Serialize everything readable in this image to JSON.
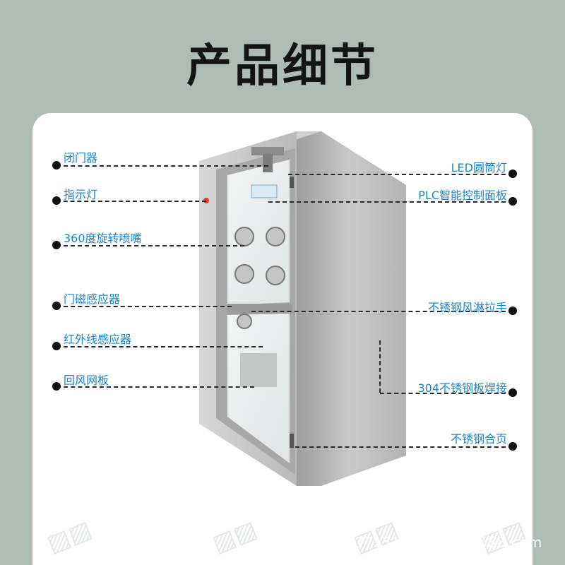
{
  "page": {
    "title": "产品细节",
    "watermark": "shop677z5149e5z21.1688.com"
  },
  "colors": {
    "background": "#adbdb6",
    "panel": "#ffffff",
    "label_text": "#1f86c8",
    "steel": "#c2c2c2"
  },
  "labels_left": [
    {
      "text": "闭门器"
    },
    {
      "text": "指示灯"
    },
    {
      "text": "360度旋转喷嘴"
    },
    {
      "text": "门磁感应器"
    },
    {
      "text": "红外线感应器"
    },
    {
      "text": "回风网板"
    }
  ],
  "labels_right": [
    {
      "text": "LED圆筒灯"
    },
    {
      "text": "PLC智能控制面板"
    },
    {
      "text": "不锈钢风淋拉手"
    },
    {
      "text": "304不锈钢板焊接"
    },
    {
      "text": "不锈钢合页"
    }
  ]
}
